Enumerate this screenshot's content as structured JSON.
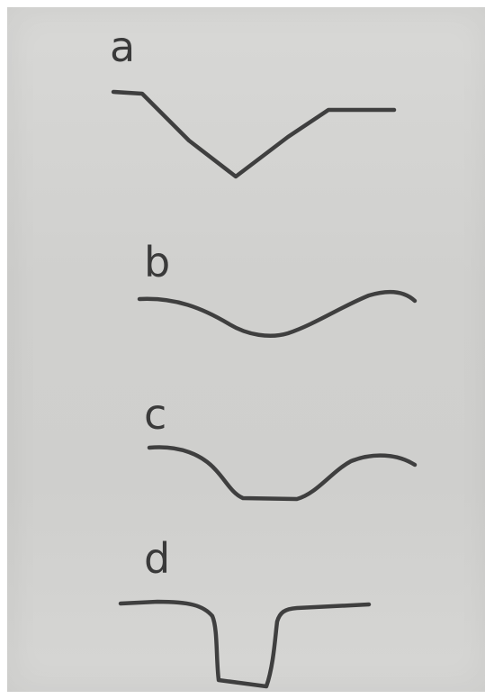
{
  "diagram": {
    "panels": [
      {
        "id": "a",
        "label": "a"
      },
      {
        "id": "b",
        "label": "b"
      },
      {
        "id": "c",
        "label": "c"
      },
      {
        "id": "d",
        "label": "d"
      }
    ]
  }
}
